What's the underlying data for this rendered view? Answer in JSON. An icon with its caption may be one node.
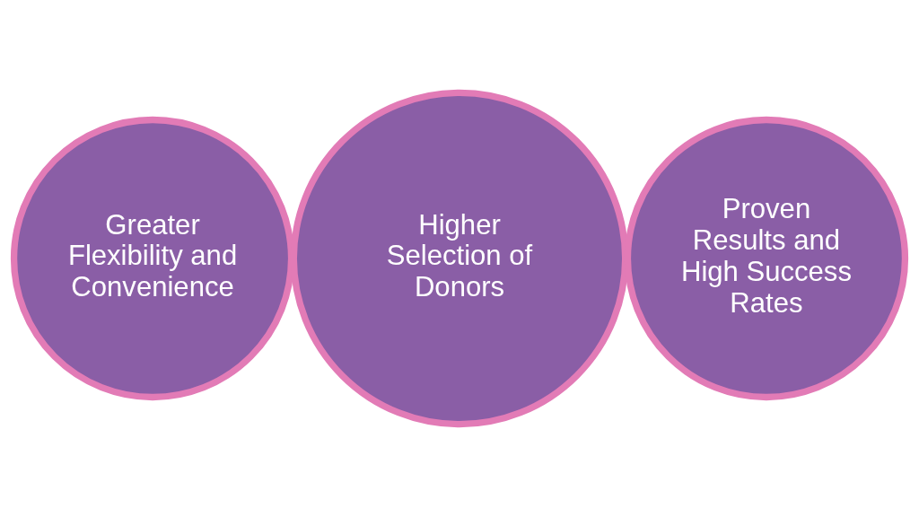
{
  "diagram": {
    "nodes": [
      {
        "text": [
          "Greater Flexibility and Convenience"
        ]
      },
      {
        "text": [
          "Higher Selection of Donors"
        ]
      },
      {
        "text": [
          "Proven Results and High Success Rates"
        ]
      }
    ]
  }
}
